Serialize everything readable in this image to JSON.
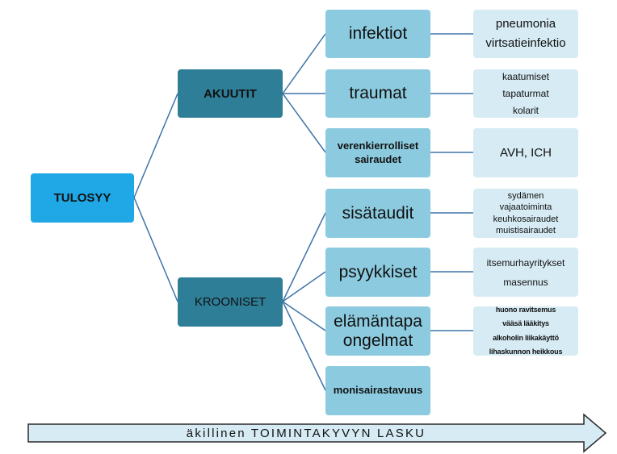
{
  "root": {
    "label": "TULOSYY"
  },
  "branches": [
    {
      "label": "AKUUTIT",
      "children": [
        {
          "label": "infektiot",
          "items": [
            "pneumonia",
            "virtsatieinfektio"
          ]
        },
        {
          "label": "traumat",
          "items": [
            "kaatumiset",
            "tapaturmat",
            "kolarit"
          ]
        },
        {
          "label_lines": [
            "verenkierrolliset",
            "sairaudet"
          ],
          "items": [
            "AVH, ICH"
          ]
        }
      ]
    },
    {
      "label": "KROONISET",
      "children": [
        {
          "label": "sisätaudit",
          "items": [
            "sydämen",
            "vajaatoiminta",
            "keuhkosairaudet",
            "muistisairaudet"
          ]
        },
        {
          "label": "psyykkiset",
          "items": [
            "itsemurhayritykset",
            "masennus"
          ]
        },
        {
          "label_lines": [
            "elämäntapa",
            "ongelmat"
          ],
          "items": [
            "huono ravitsemus",
            "vääsä lääkitys",
            "alkoholin liikakäyttö",
            "lihaskunnon heikkous"
          ]
        },
        {
          "label": "monisairastavuus"
        }
      ]
    }
  ],
  "timeline_arrow": {
    "label": "äkillinen TOIMINTAKYVYN LASKU"
  },
  "colors": {
    "root": "#1fa7e6",
    "level1": "#2e7e98",
    "level2": "#8ccbdf",
    "leaf": "#d6ebf4",
    "lines": "#3f73a8"
  }
}
